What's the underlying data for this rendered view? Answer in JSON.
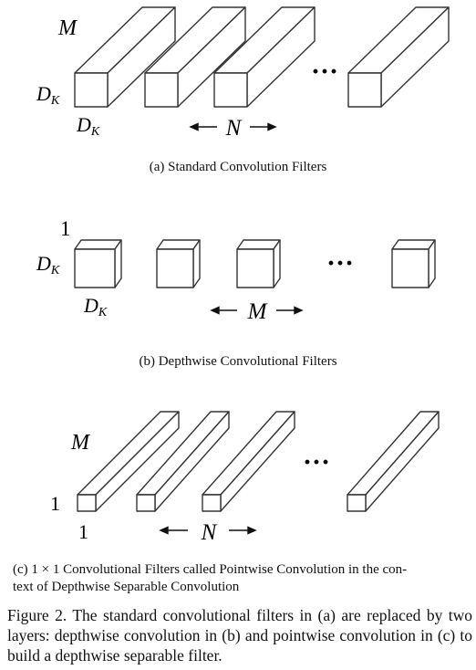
{
  "panel_a": {
    "label_depth": "M",
    "label_height_base": "D",
    "label_height_sub": "K",
    "label_width_base": "D",
    "label_width_sub": "K",
    "count_label": "N",
    "caption": "(a)  Standard Convolution Filters",
    "ellipsis": "···"
  },
  "panel_b": {
    "label_depth": "1",
    "label_height_base": "D",
    "label_height_sub": "K",
    "label_width_base": "D",
    "label_width_sub": "K",
    "count_label": "M",
    "caption": "(b)  Depthwise Convolutional Filters",
    "ellipsis": "···"
  },
  "panel_c": {
    "label_depth": "M",
    "label_height": "1",
    "label_width": "1",
    "count_label": "N",
    "caption_line1": "(c)  1 × 1 Convolutional Filters called Pointwise Convolution in the con-",
    "caption_line2": "text of Depthwise Separable Convolution",
    "ellipsis": "···"
  },
  "figure_caption": "Figure 2. The standard convolutional filters in (a) are replaced by two layers: depthwise convolution in (b) and pointwise convolution in (c) to build a depthwise separable filter."
}
